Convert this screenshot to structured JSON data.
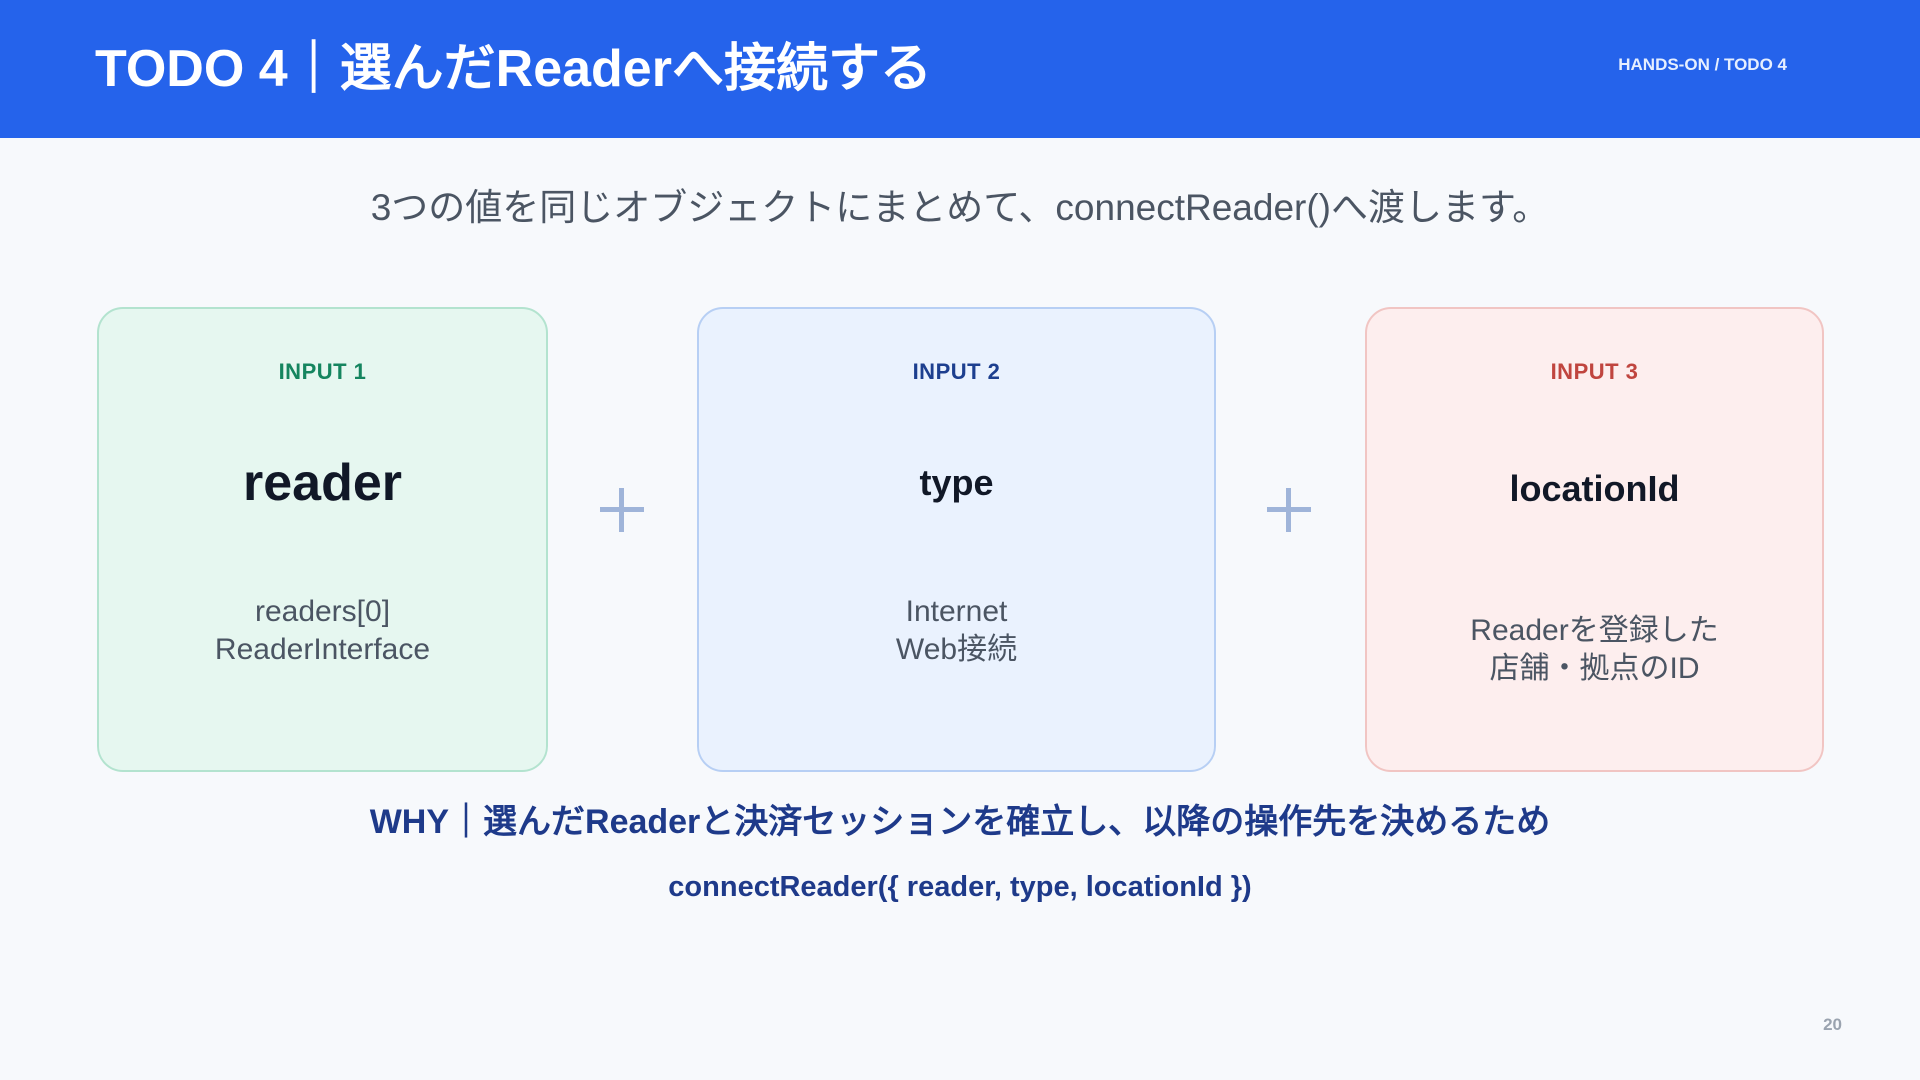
{
  "header": {
    "title": "TODO 4｜選んだReaderへ接続する",
    "tag": "HANDS-ON / TODO 4"
  },
  "subtitle": "3つの値を同じオブジェクトにまとめて、connectReader()へ渡します。",
  "cards": [
    {
      "label": "INPUT 1",
      "value": "reader",
      "desc": [
        "readers[0]",
        "ReaderInterface"
      ],
      "accent": "#15855f"
    },
    {
      "label": "INPUT 2",
      "value": "type",
      "desc": [
        "Internet",
        "Web接続"
      ],
      "accent": "#1d3f8f"
    },
    {
      "label": "INPUT 3",
      "value": "locationId",
      "desc": [
        "Readerを登録した",
        "店舗・拠点のID"
      ],
      "accent": "#c0453f"
    }
  ],
  "operators": [
    "plus-icon",
    "plus-icon"
  ],
  "why": "WHY｜選んだReaderと決済セッションを確立し、以降の操作先を決めるため",
  "code": "connectReader({ reader, type, locationId })",
  "page_number": "20",
  "colors": {
    "header_bg": "#2563eb",
    "page_bg": "#f7f9fc",
    "why_text": "#1e3a8a"
  }
}
